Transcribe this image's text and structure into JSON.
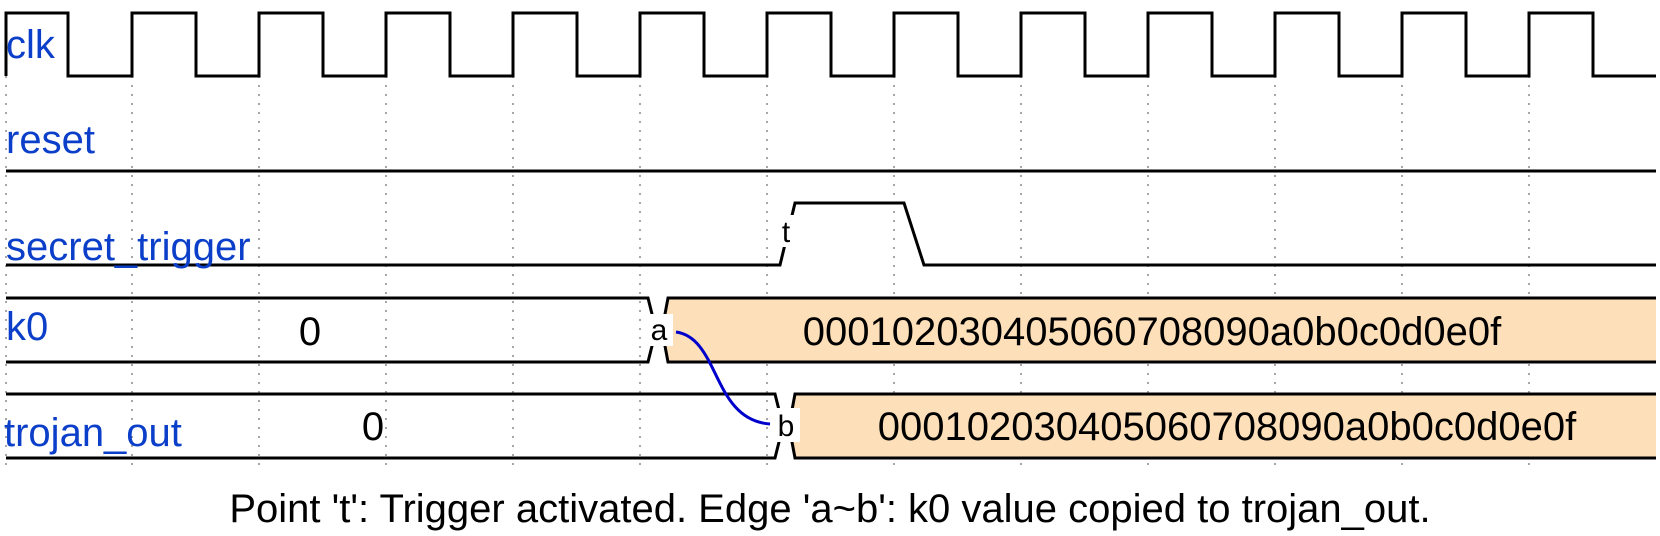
{
  "signals": {
    "clk": "clk",
    "reset": "reset",
    "secret_trigger": "secret_trigger",
    "k0": "k0",
    "trojan_out": "trojan_out"
  },
  "values": {
    "k0_before": "0",
    "k0_after": "000102030405060708090a0b0c0d0e0f",
    "trojan_before": "0",
    "trojan_after": "000102030405060708090a0b0c0d0e0f"
  },
  "markers": {
    "t": "t",
    "a": "a",
    "b": "b"
  },
  "caption": "Point 't': Trigger activated. Edge 'a~b': k0 value copied to trojan_out.",
  "colors": {
    "signal_name": "#0b3fc9",
    "bus_fill": "#fde0b9",
    "edge_curve": "#0000cc",
    "wave": "#000000"
  }
}
